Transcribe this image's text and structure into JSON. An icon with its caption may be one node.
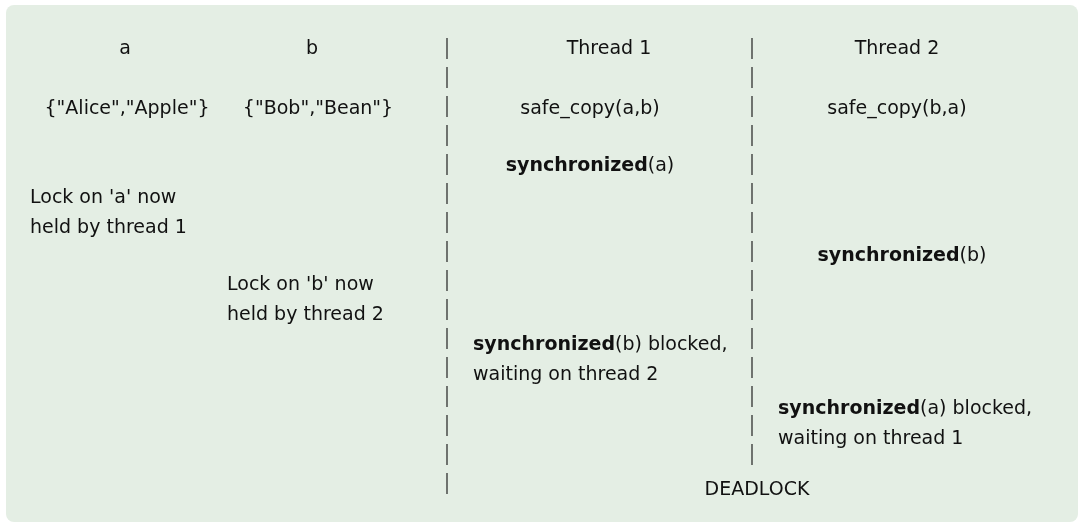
{
  "diagram": {
    "labels": [
      "a",
      "b",
      "Thread 1",
      "Thread 2",
      "{\"Alice\",\"Apple\"}",
      "{\"Bob\",\"Bean\"}",
      "safe_copy(a,b)",
      "safe_copy(b,a)",
      "**synchronized**(a)",
      "Lock on 'a' now held by thread 1",
      "**synchronized**(b)",
      "Lock on 'b' now held by thread 2",
      "**synchronized**(b) blocked, waiting on thread 2",
      "**synchronized**(a) blocked, waiting on thread 1",
      "DEADLOCK"
    ]
  }
}
